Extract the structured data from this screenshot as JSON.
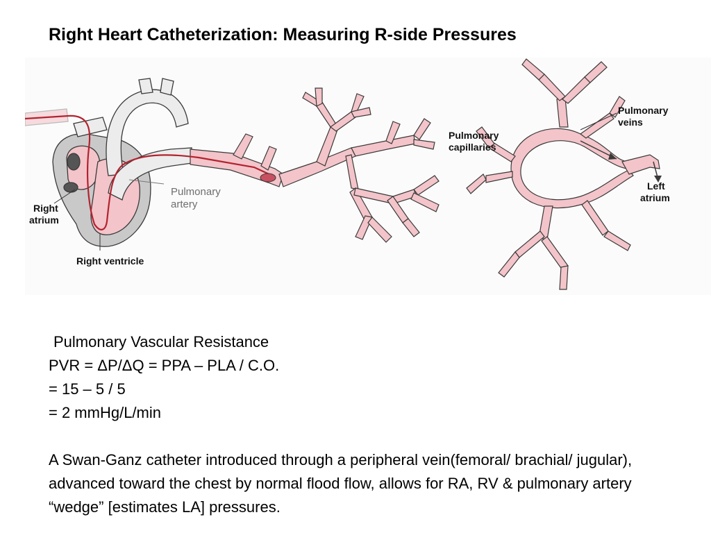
{
  "slide": {
    "title": "Right Heart Catheterization: Measuring R-side Pressures"
  },
  "diagram": {
    "labels": {
      "right_atrium_1": "Right",
      "right_atrium_2": "atrium",
      "right_ventricle": "Right ventricle",
      "pulmonary_artery_1": "Pulmonary",
      "pulmonary_artery_2": "artery",
      "pulmonary_capillaries_1": "Pulmonary",
      "pulmonary_capillaries_2": "capillaries",
      "pulmonary_veins_1": "Pulmonary",
      "pulmonary_veins_2": "veins",
      "left_atrium_1": "Left",
      "left_atrium_2": "atrium"
    },
    "colors": {
      "vessel_fill": "#f3c4c9",
      "vessel_stroke": "#3a3a3a",
      "heart_gray": "#c9c9c9",
      "catheter": "#b3222f"
    }
  },
  "pvr": {
    "heading": "Pulmonary Vascular Resistance",
    "line1": "PVR = ΔP/ΔQ = PPA – PLA / C.O.",
    "line2": "= 15 – 5 / 5",
    "line3": "= 2 mmHg/L/min"
  },
  "description": "A Swan-Ganz catheter introduced through a peripheral vein(femoral/ brachial/ jugular), advanced toward the chest by normal flood flow, allows for RA, RV & pulmonary artery “wedge” [estimates LA] pressures."
}
